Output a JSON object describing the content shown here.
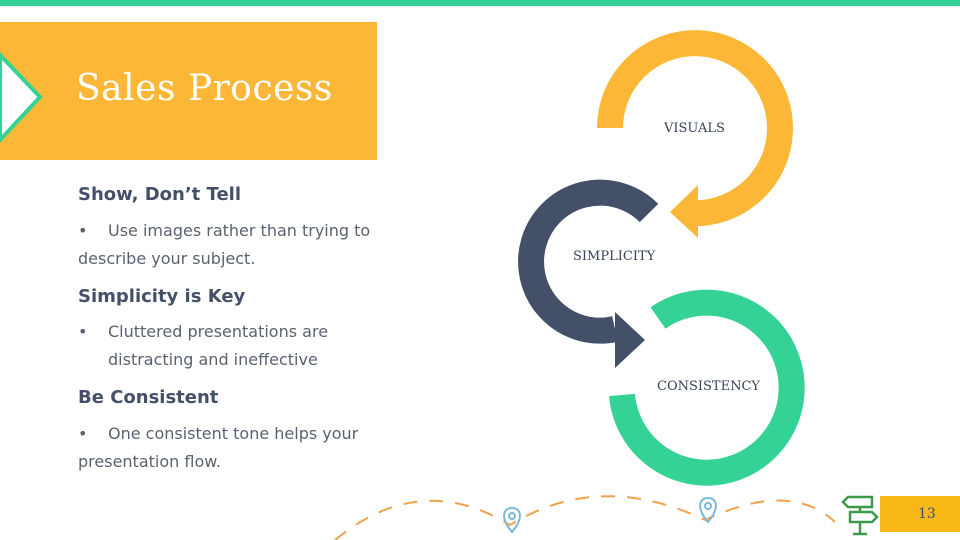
{
  "slide": {
    "title": "Sales Process",
    "page_number": "13"
  },
  "sections": [
    {
      "heading": "Show, Don’t Tell",
      "bullet": "Use images rather than trying to describe your subject."
    },
    {
      "heading": "Simplicity is Key",
      "bullet": "Cluttered presentations are distracting and ineffective"
    },
    {
      "heading": "Be Consistent",
      "bullet": "One consistent tone helps your presentation flow."
    }
  ],
  "diagram": {
    "labels": [
      "VISUALS",
      "SIMPLICITY",
      "CONSISTENCY"
    ]
  },
  "colors": {
    "yellow": "#fcb736",
    "navy": "#445068",
    "green": "#34d294",
    "orange": "#f0a34a",
    "blue": "#7ab8dd"
  }
}
